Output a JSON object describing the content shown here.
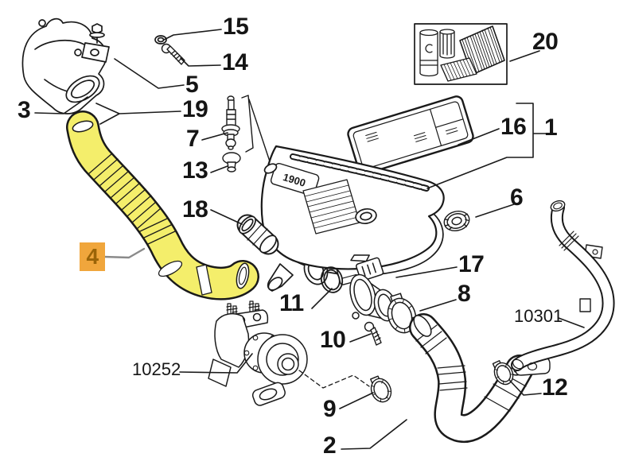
{
  "diagram": {
    "background": "#ffffff",
    "line_color": "#1a1a1a",
    "engine_cover_badge": "1900",
    "highlighted_part": {
      "number": "4",
      "hose_fill": "#F4EE6B",
      "label_bg": "#F0A63C",
      "label_text": "#9A6408",
      "leader_color": "#8A8A8A"
    },
    "callouts": [
      {
        "id": "1",
        "label": "1"
      },
      {
        "id": "2",
        "label": "2"
      },
      {
        "id": "3",
        "label": "3"
      },
      {
        "id": "4",
        "label": "4"
      },
      {
        "id": "5",
        "label": "5"
      },
      {
        "id": "6",
        "label": "6"
      },
      {
        "id": "7",
        "label": "7"
      },
      {
        "id": "8",
        "label": "8"
      },
      {
        "id": "9",
        "label": "9"
      },
      {
        "id": "10",
        "label": "10"
      },
      {
        "id": "11",
        "label": "11"
      },
      {
        "id": "12",
        "label": "12"
      },
      {
        "id": "13",
        "label": "13"
      },
      {
        "id": "14",
        "label": "14"
      },
      {
        "id": "15",
        "label": "15"
      },
      {
        "id": "16",
        "label": "16"
      },
      {
        "id": "17",
        "label": "17"
      },
      {
        "id": "18",
        "label": "18"
      },
      {
        "id": "19",
        "label": "19"
      },
      {
        "id": "20",
        "label": "20"
      },
      {
        "id": "10252",
        "label": "10252"
      },
      {
        "id": "10301",
        "label": "10301"
      }
    ]
  }
}
